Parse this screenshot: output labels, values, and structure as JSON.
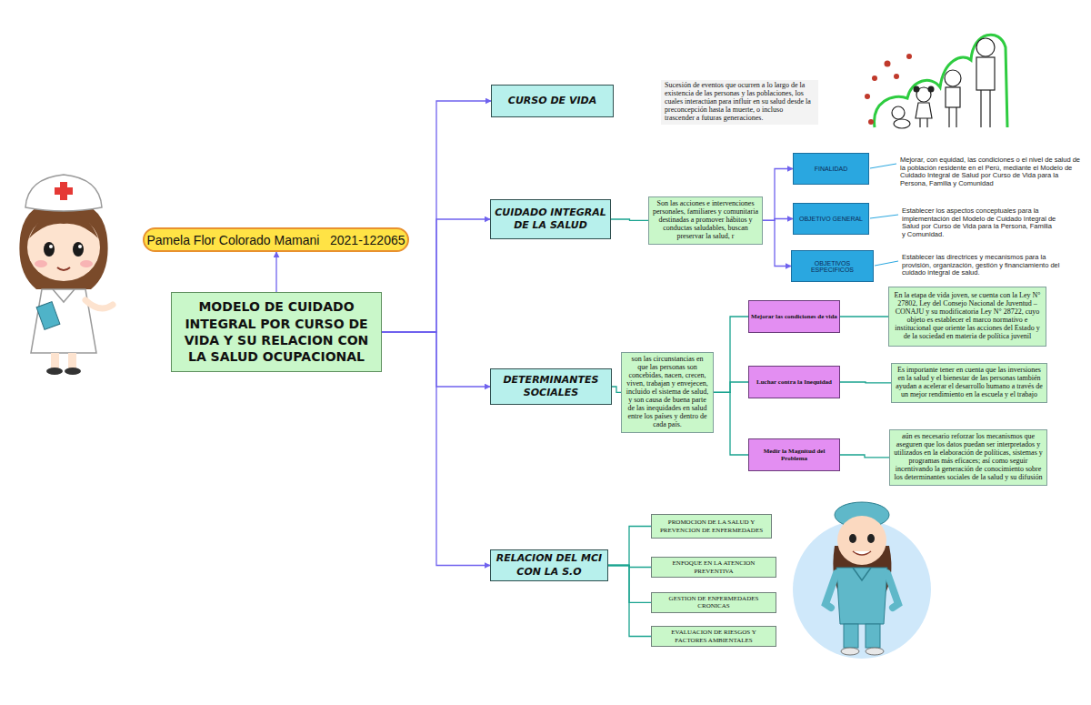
{
  "diagram": {
    "nodes": [
      {
        "text": [
          "Pamela Flor Colorado Mamani   2021-122065"
        ]
      },
      {
        "text": [
          "MODELO DE CUIDADO INTEGRAL POR CURSO DE VIDA Y SU RELACION CON LA SALUD OCUPACIONAL"
        ]
      },
      {
        "text": [
          "CURSO DE VIDA"
        ]
      },
      {
        "text": [
          "Sucesión de eventos que ocurren a lo largo de la existencia de las personas y las poblaciones, los cuales interactúan para influir en su salud desde la preconcepción hasta la muerte, o incluso trascender a futuras generaciones."
        ]
      },
      {
        "text": [
          "CUIDADO INTEGRAL DE LA SALUD"
        ]
      },
      {
        "text": [
          "Son las acciones e intervenciones personales, familiares y comunitaria destinadas a promover hábitos y conductas saludables, buscan preservar la salud, r"
        ]
      },
      {
        "text": [
          "FINALIDAD"
        ]
      },
      {
        "text": [
          "OBJETIVO GENERAL"
        ]
      },
      {
        "text": [
          "OBJETIVOS ESPECIFICOS"
        ]
      },
      {
        "text": [
          "DETERMINANTES SOCIALES"
        ]
      },
      {
        "text": [
          "son las circunstancias en que las personas son concebidas, nacen, crecen, viven, trabajan y envejecen, incluido el sistema de salud, y son causa de buena parte de las inequidades en salud entre los países y dentro de cada país."
        ]
      },
      {
        "text": [
          "Mejorar las condiciones de vida"
        ]
      },
      {
        "text": [
          "En la etapa de vida joven, se cuenta con la Ley N° 27802, Ley del Consejo Nacional de Juventud – CONAJU y su modificatoria Ley N° 28722, cuyo objeto es establecer el marco normativo e institucional que oriente las acciones del Estado y de la sociedad en materia de política juvenil"
        ]
      },
      {
        "text": [
          "Luchar contra la Inequidad"
        ]
      },
      {
        "text": [
          "Es importante tener en cuenta que las inversiones en la salud y el bienestar de las personas también ayudan a acelerar el desarrollo humano a través de un mejor rendimiento en la escuela y el trabajo"
        ]
      },
      {
        "text": [
          "Medir la Magnitud del Problema"
        ]
      },
      {
        "text": [
          "aún es necesario reforzar los mecanismos que aseguren que los datos puedan ser interpretados y utilizados en la elaboración de políticas, sistemas y programas más eficaces; así como seguir incentivando la generación de conocimiento sobre los determinantes sociales de la salud y su difusión"
        ]
      },
      {
        "text": [
          "RELACION DEL MCI CON LA S.O"
        ]
      },
      {
        "text": [
          "PROMOCION DE LA SALUD Y PREVENCION DE ENFERMEDADES"
        ]
      },
      {
        "text": [
          "ENFOQUE EN LA ATENCION PREVENTIVA"
        ]
      },
      {
        "text": [
          "GESTION DE ENFERMEDADES CRONICAS"
        ]
      },
      {
        "text": [
          "EVALUACION DE RIESGOS Y FACTORES AMBIENTALES"
        ]
      }
    ],
    "edges": [
      {
        "from": 1,
        "to": 0,
        "arrow": "to"
      },
      {
        "from": 1,
        "to": 2,
        "arrow": "to"
      },
      {
        "from": 1,
        "to": 4,
        "arrow": "to"
      },
      {
        "from": 1,
        "to": 9,
        "arrow": "to"
      },
      {
        "from": 1,
        "to": 17,
        "arrow": "to"
      },
      {
        "from": 4,
        "to": 5,
        "arrow": "none"
      },
      {
        "from": 5,
        "to": 6,
        "arrow": "to"
      },
      {
        "from": 5,
        "to": 7,
        "arrow": "to"
      },
      {
        "from": 5,
        "to": 8,
        "arrow": "to"
      },
      {
        "from": 9,
        "to": 10,
        "arrow": "none"
      },
      {
        "from": 10,
        "to": 11,
        "arrow": "none"
      },
      {
        "from": 10,
        "to": 13,
        "arrow": "none"
      },
      {
        "from": 10,
        "to": 15,
        "arrow": "none"
      },
      {
        "from": 11,
        "to": 12,
        "arrow": "none"
      },
      {
        "from": 13,
        "to": 14,
        "arrow": "none"
      },
      {
        "from": 15,
        "to": 16,
        "arrow": "none"
      },
      {
        "from": 17,
        "to": 18,
        "arrow": "none"
      },
      {
        "from": 17,
        "to": 19,
        "arrow": "none"
      },
      {
        "from": 17,
        "to": 20,
        "arrow": "none"
      },
      {
        "from": 17,
        "to": 21,
        "arrow": "none"
      }
    ],
    "labels": [
      "Mejorar, con equidad, las condiciones o el nivel de salud de la población residente en el Perú, mediante el Modelo de Cuidado Integral de Salud por Curso de Vida para la Persona, Familia y Comunidad",
      "Establecer los aspectos conceptuales para la implementación del Modelo de Cuidado Integral de Salud por Curso de Vida para la Persona, Familia y Comunidad.",
      "Establecer las directrices y mecanismos para la provisión, organización, gestión y financiamiento del cuidado integral de salud."
    ]
  }
}
